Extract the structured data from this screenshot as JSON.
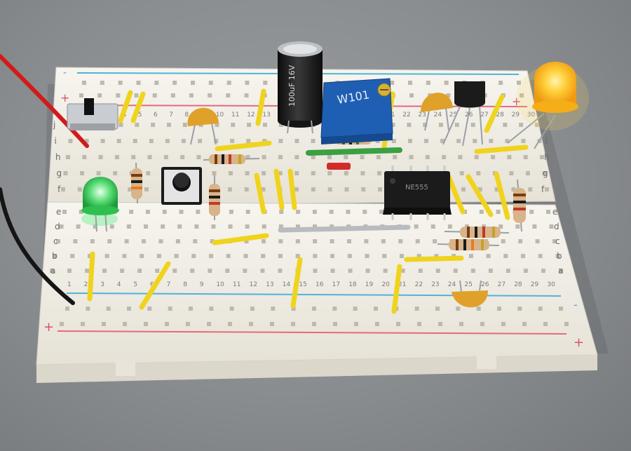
{
  "labels": {
    "plus": "+",
    "minus": "-",
    "rows_top": [
      "f",
      "g",
      "h",
      "i",
      "j"
    ],
    "rows_bottom": [
      "a",
      "b",
      "c",
      "d",
      "e"
    ],
    "col_numbers": [
      "1",
      "2",
      "3",
      "4",
      "5",
      "6",
      "7",
      "8",
      "9",
      "10",
      "11",
      "12",
      "13",
      "14",
      "15",
      "16",
      "17",
      "18",
      "19",
      "20",
      "21",
      "22",
      "23",
      "24",
      "25",
      "26",
      "27",
      "28",
      "29",
      "30"
    ]
  },
  "components": {
    "capacitor_text": "100uF 16V",
    "trimmer_text": "W101",
    "ic_text": "NE555"
  },
  "colors": {
    "background": "#8a8d90",
    "board": "#f1eee6",
    "hole": "#bdb9ad",
    "rail_red": "#e26b7c",
    "rail_blue": "#4fb4d8",
    "jumper_yellow": "#f0d31c",
    "wire_red": "#d11b1b",
    "wire_black": "#151515",
    "led_green": "#3bd45a",
    "led_yellow": "#ffb21a",
    "trimmer_blue": "#1f5fb3",
    "ceramic_cap": "#e0a12a",
    "ic_black": "#1b1b1b"
  }
}
